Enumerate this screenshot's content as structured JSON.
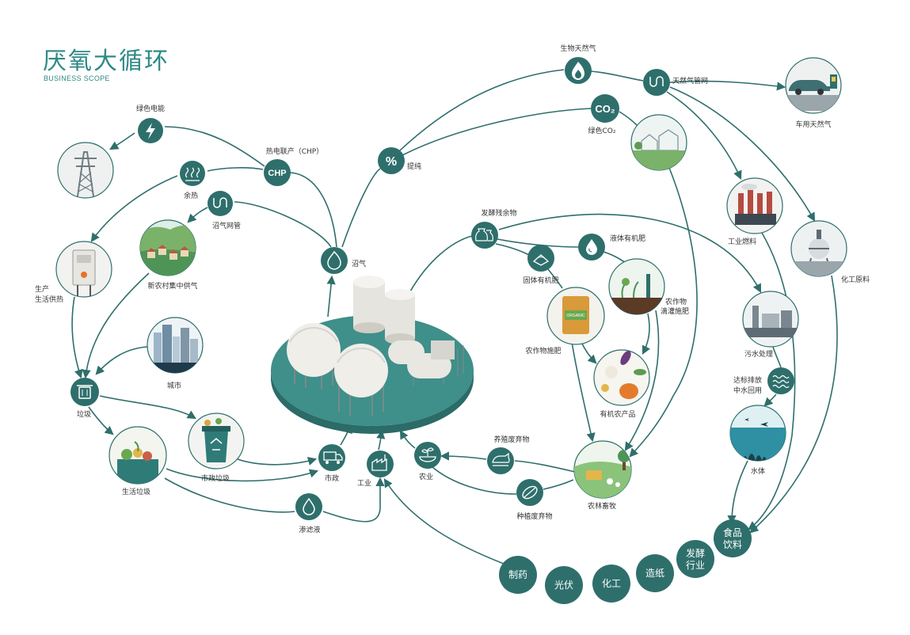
{
  "title": "厌氧大循环",
  "subtitle": "BUSINESS SCOPE",
  "colors": {
    "primary": "#2e6f6c",
    "accent": "#3e9a93",
    "platform": "#3f8f8a"
  },
  "labels": {
    "green_power": "绿色电能",
    "chp": "热电联产（CHP）",
    "chp_icon": "CHP",
    "waste_heat": "余热",
    "biogas_pipe": "沼气网管",
    "rural_village": "新农村集中供气",
    "production_heating_1": "生产",
    "production_heating_2": "生活供热",
    "city": "城市",
    "garbage": "垃圾",
    "domestic_waste": "生活垃圾",
    "municipal_waste": "市政垃圾",
    "municipal": "市政",
    "industry": "工业",
    "agriculture": "农业",
    "leachate": "渗滤液",
    "biogas": "沼气",
    "purify": "提纯",
    "bio_natural_gas": "生物天然气",
    "gas_pipeline": "天然气管网",
    "vehicle_gas": "车用天然气",
    "co2_icon": "CO₂",
    "green_co2": "绿色CO₂",
    "industrial_fuel": "工业燃料",
    "chemical_material": "化工原料",
    "sewage": "污水处理",
    "reclaimed_1": "达标排放",
    "reclaimed_2": "中水回用",
    "water_body": "水体",
    "digestate": "发酵残余物",
    "liquid_fertilizer": "液体有机肥",
    "solid_fertilizer": "固体有机肥",
    "crop_drip_1": "农作物",
    "crop_drip_2": "滴灌施肥",
    "crop_fertilizer": "农作物施肥",
    "organic_products": "有机农产品",
    "livestock_waste": "养殖废弃物",
    "planting_waste": "种植废弃物",
    "agro_forestry": "农林畜牧",
    "bag_text": "ORGANIC"
  },
  "industries": [
    {
      "line1": "制药",
      "line2": ""
    },
    {
      "line1": "光伏",
      "line2": ""
    },
    {
      "line1": "化工",
      "line2": ""
    },
    {
      "line1": "造纸",
      "line2": ""
    },
    {
      "line1": "发酵",
      "line2": "行业"
    },
    {
      "line1": "食品",
      "line2": "饮料"
    }
  ]
}
